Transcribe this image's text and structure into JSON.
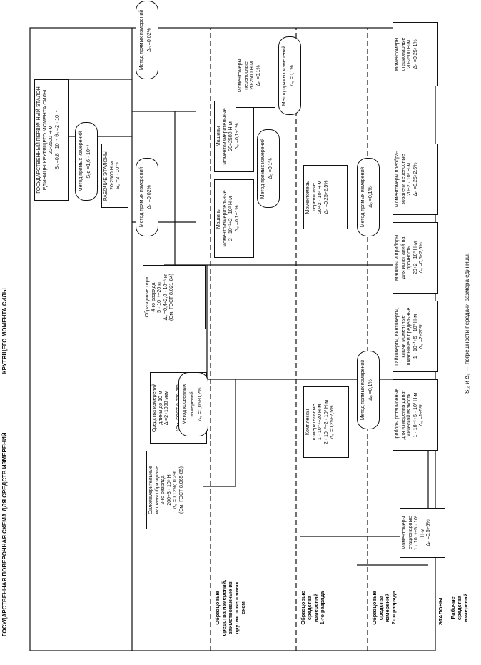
{
  "titles": {
    "line1": "ГОСУДАРСТВЕННАЯ ПОВЕРОЧНАЯ СХЕМА ДЛЯ СРЕДСТВ ИЗМЕРЕНИЙ",
    "line2": "КРУТЯЩЕГО МОМЕНТА СИЛЫ"
  },
  "lanes": [
    "ЭТАЛОНЫ",
    "Образцовые\nсредства измерений,\nзаимствованные из\nдругих поверочных\nсхем",
    "Образцовые\nсредства\nизмерений\n1-го разряда",
    "Образцовые\nсредства\nизмерений\n2-го разряда",
    "Рабочие\nсредства\nизмерений"
  ],
  "nodes": {
    "primary": "ГОСУДАРСТВЕННЫЙ ПЕРВИЧНЫЙ ЭТАЛОН\nЕДИНИЦЫ КРУТЯЩЕГО МОМЕНТА СИЛЫ\n20-2500 Н·м\nS₀ =0,8 · 10⁻⁴        θ₀ =2 · 10⁻⁴",
    "method_top": "Метод прямых измерений\nS₂ᴇ =1,6 · 10⁻⁴",
    "working": "РАБОЧИЕ ЭТАЛОНЫ\n20-2500 Н·м\nS₂ =2 · 10⁻⁴",
    "method_a": "Метод прямых измерений\nΔ₀ =0,02%",
    "method_b": "Метод прямых измерений\nΔ₀ =0,02%",
    "method_c": "Метод прямых измерений\nΔ₀ =0,1%",
    "method_d": "Метод прямых измерений\nΔ₀ =0,1%",
    "method_e": "Метод прямых измерений\nΔ₀ =0,1%",
    "method_f": "Метод прямых измерений\nΔ₀ =0,1%",
    "method_indirect": "Метод косвенных\nизмерений\nΔ₀ =0,05÷0,2%",
    "b_silo": "Силоизмерительные\nмашины образцовые\n2-го разряда\n200÷3 · 10⁶ Н\nΔ₀ =0,12%; 0,2%\n(См. ГОСТ 8.065-85)",
    "b_length": "Средства измерений\nдлины до 10 м\nΔ =2÷1000 мкм\n\n(См. ГОСТ 8.020-75)",
    "b_weights": "Образцовые гири\n4-го разряда\n5 · 10⁻⁶÷20 кг\nΔ₀ =0,4÷2,0 · 10⁻⁶ кг\n(См. ГОСТ 8.021-84)",
    "m1_machines_small": "Машины\nмоментоизмерительные\n2 · 10⁻²÷2 · 10³ Н·м\nΔ₀ =0,1÷1%",
    "m1_machines": "Машины\nмоментоизмерительные\n20÷2500 Н·м\nΔ₀ =0,1÷1%",
    "m1_portable": "Моментомеры\nпереносные\n20-2500 Н·м\nΔ₀ =0,1%",
    "m2_complex": "Комплексы\nизмерительные\n1 · 10⁻⁶÷20 Н·м\n2 · 10⁻³÷2 · 10³ Н·м\nΔ₀ =0,25÷2,5%",
    "m2_portable": "Моментомеры\nпереносные\n20÷2 · 10³ Н·м\nΔ₀ =0,25÷2,5%",
    "w_stat1": "Моментомеры\nстационарные\n1 · 10⁻⁶÷5 · 10³ Н·м\nΔ₀ =0,5÷5%",
    "w_rot": "Приборы ротационные\nдля измерения дина-\nмической вязкости\n1 · 10⁻⁵÷5 · 10³ Н·м\nΔ₀ =1÷5%",
    "w_keys": "Гайковерты, винтоверты,\nключи моментные\nшкальные и предельные\n1 · 10⁻¹÷5 · 10³ Н·м\nΔ₀ =2÷20%",
    "w_mach": "Машины и приборы\nдля испытаний на\nпрочность\n20÷2 · 10³ Н·м\nΔ₀ =0,5÷2,5%",
    "w_conv": "Моментомеры преобра-\nзователи переносные\n20÷2 · 10³ Н·м\nΔ₀ =0,25÷2,5%",
    "w_stat2": "Моментомеры\nстационарные\n20-2500 Н·м\nΔ₀ =0,25÷1%"
  },
  "footnote": "S₁ₐ и Δ₀ — погрешности передачи размера единицы."
}
